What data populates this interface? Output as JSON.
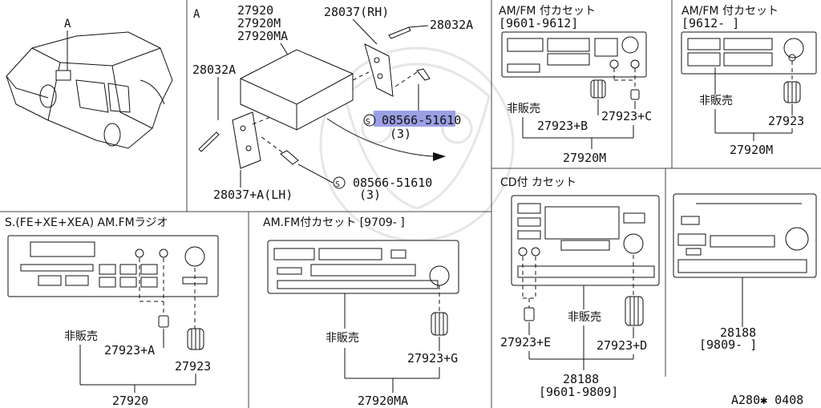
{
  "diagram": {
    "ref_code": "A280✱ 0408",
    "sections": {
      "car": {
        "label": "A"
      },
      "main": {
        "panel_label": "A",
        "unit_parts": [
          "27920",
          "27920M",
          "27920MA"
        ],
        "bracket_rh": "28037(RH)",
        "bracket_lh": "28037+A(LH)",
        "screw_top": "28032A",
        "screw_left": "28032A",
        "bolt_upper_code": "08566-51610",
        "bolt_upper_qty": "(3)",
        "bolt_lower_code": "08566-51610",
        "bolt_lower_qty": "(3)",
        "s_mark": "S"
      },
      "amfm_cassette_1": {
        "title": "AM/FM 付カセット",
        "period": "[9601-9612]",
        "not_sold": "非販売",
        "knob_b": "27923+B",
        "knob_c": "27923+C",
        "part": "27920M"
      },
      "amfm_cassette_2": {
        "title": "AM/FM 付カセット",
        "period": "[9612-     ]",
        "not_sold": "非販売",
        "knob": "27923",
        "part": "27920M"
      },
      "radio": {
        "title": "S.(FE+XE+XEA)   AM.FMラジオ",
        "not_sold": "非販売",
        "knob_a": "27923+A",
        "knob": "27923",
        "part": "27920"
      },
      "amfm_cassette_3": {
        "title": "AM.FM付カセット  [9709-  ]",
        "not_sold": "非販売",
        "knob_g": "27923+G",
        "part": "27920MA"
      },
      "cd_cassette": {
        "title": "CD付 カセット",
        "not_sold": "非販売",
        "knob_e": "27923+E",
        "knob_d": "27923+D",
        "part": "28188",
        "period": "[9601-9809]"
      },
      "cd_cassette_2": {
        "part": "28188",
        "period": "[9809-     ]"
      }
    }
  }
}
